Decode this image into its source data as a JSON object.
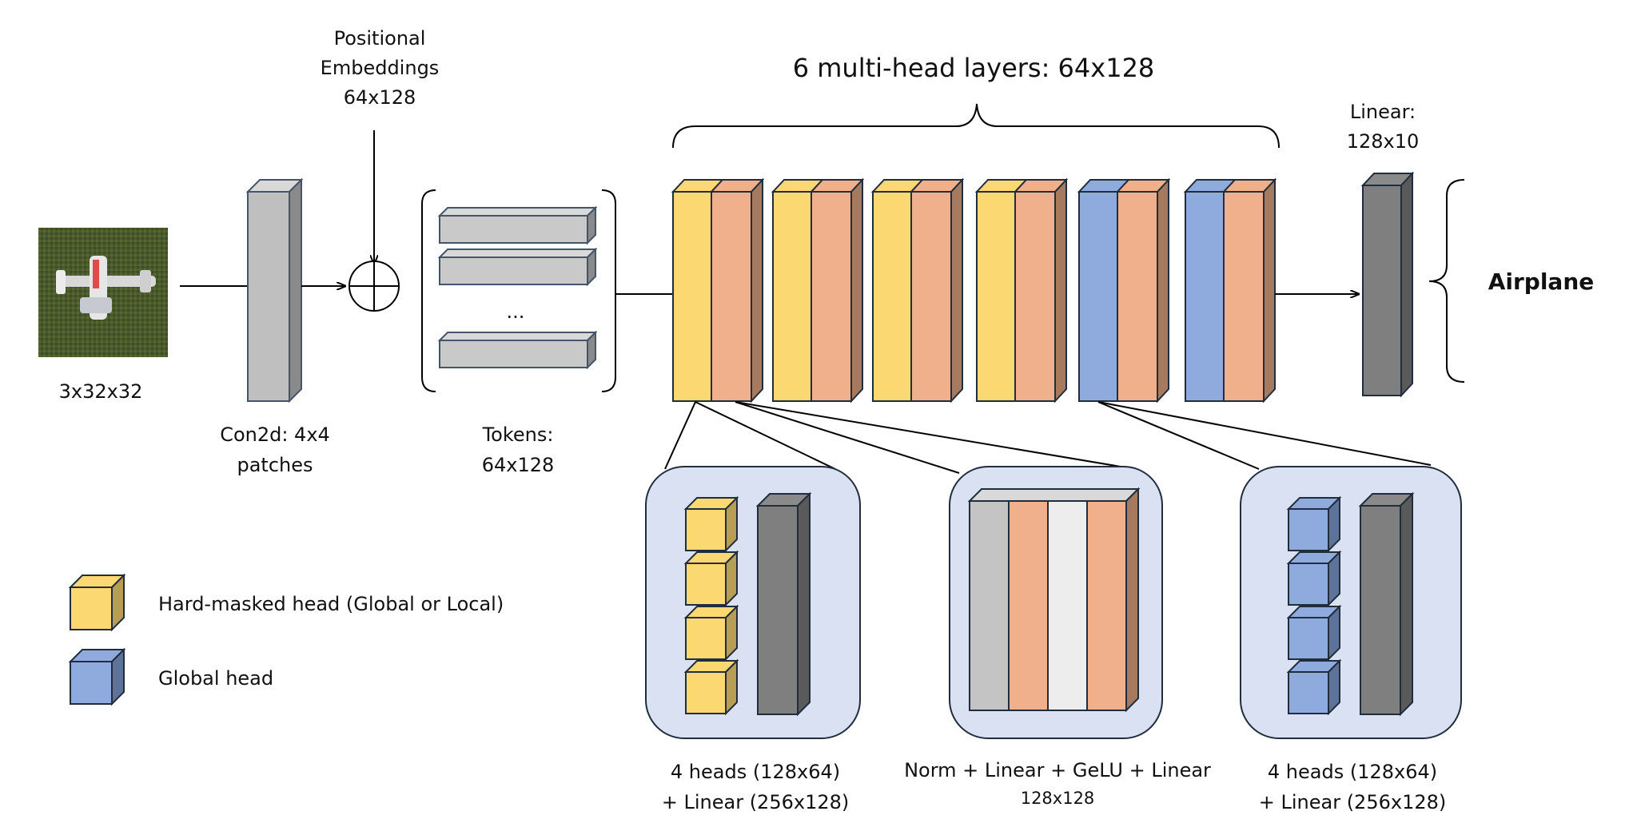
{
  "input": {
    "label": "3x32x32"
  },
  "positional_embeddings": {
    "line1": "Positional",
    "line2": "Embeddings",
    "line3": "64x128"
  },
  "conv": {
    "line1": "Con2d: 4x4",
    "line2": "patches"
  },
  "tokens": {
    "line1": "Tokens:",
    "line2": "64x128",
    "ellipsis": "..."
  },
  "multihead": {
    "title": "6 multi-head layers: 64x128"
  },
  "linear": {
    "line1": "Linear:",
    "line2": "128x10"
  },
  "output": {
    "label": "Airplane"
  },
  "detail_left": {
    "line1": "4 heads (128x64)",
    "line2": "+ Linear (256x128)"
  },
  "detail_mid": {
    "line1": "Norm + Linear + GeLU + Linear",
    "line2": "128x128"
  },
  "detail_right": {
    "line1": "4 heads (128x64)",
    "line2": "+ Linear (256x128)"
  },
  "legend": [
    {
      "label": "Hard-masked head (Global or Local)",
      "color": "#FBD872"
    },
    {
      "label": "Global head",
      "color": "#8FAADC"
    }
  ],
  "colors": {
    "yellow": "#FBD872",
    "orange": "#F0B08B",
    "blue": "#8FAADC",
    "gray": "#C4C4C4",
    "dark_gray": "#7F7F7F",
    "light_gray": "#EDEDED",
    "panel": "#D9E1F2",
    "stroke": "#1F2D3D"
  }
}
